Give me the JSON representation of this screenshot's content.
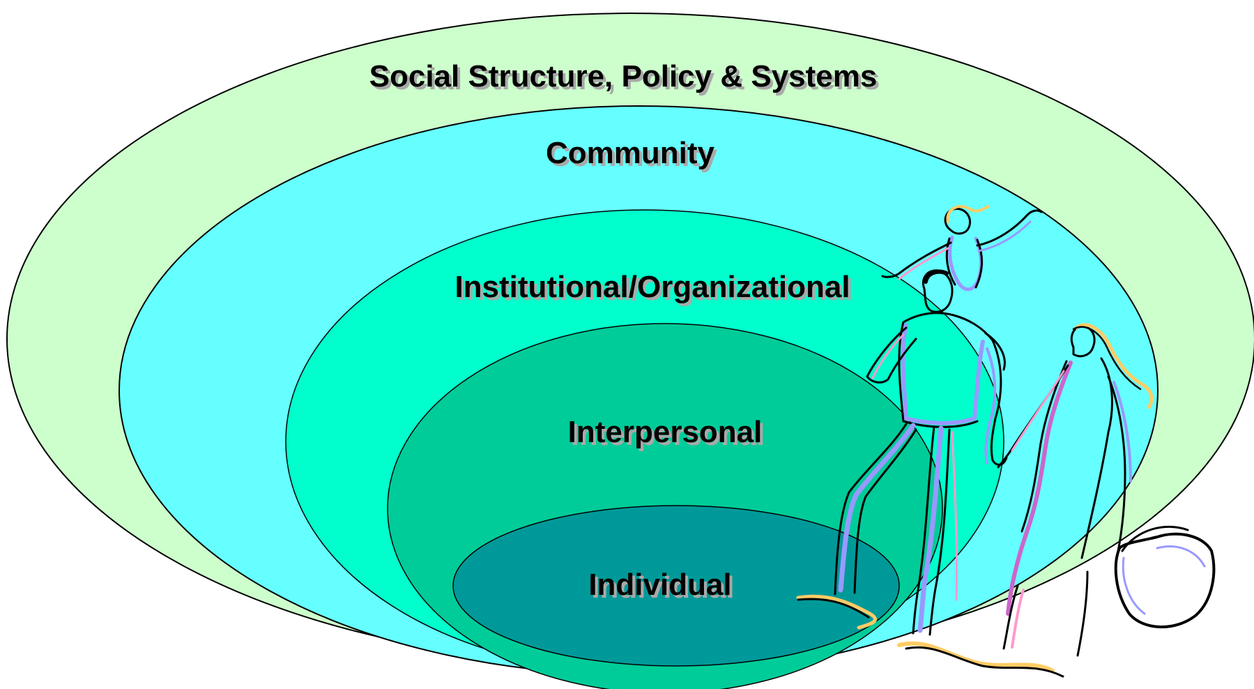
{
  "diagram": {
    "type": "nested-ellipses",
    "layers": [
      {
        "id": "social",
        "label": "Social Structure, Policy & Systems",
        "color": "#ccffcc"
      },
      {
        "id": "community",
        "label": "Community",
        "color": "#66ffff"
      },
      {
        "id": "institutional",
        "label": "Institutional/Organizational",
        "color": "#00ffcc"
      },
      {
        "id": "interpersonal",
        "label": "Interpersonal",
        "color": "#00cc99"
      },
      {
        "id": "individual",
        "label": "Individual",
        "color": "#009999"
      }
    ],
    "illustration": {
      "icon": "family-walking-clipart",
      "colors": {
        "outline": "#000000",
        "violet": "#9999ff",
        "pink": "#ff99cc",
        "purple": "#cc66cc",
        "yellow": "#ffcc66"
      }
    }
  }
}
